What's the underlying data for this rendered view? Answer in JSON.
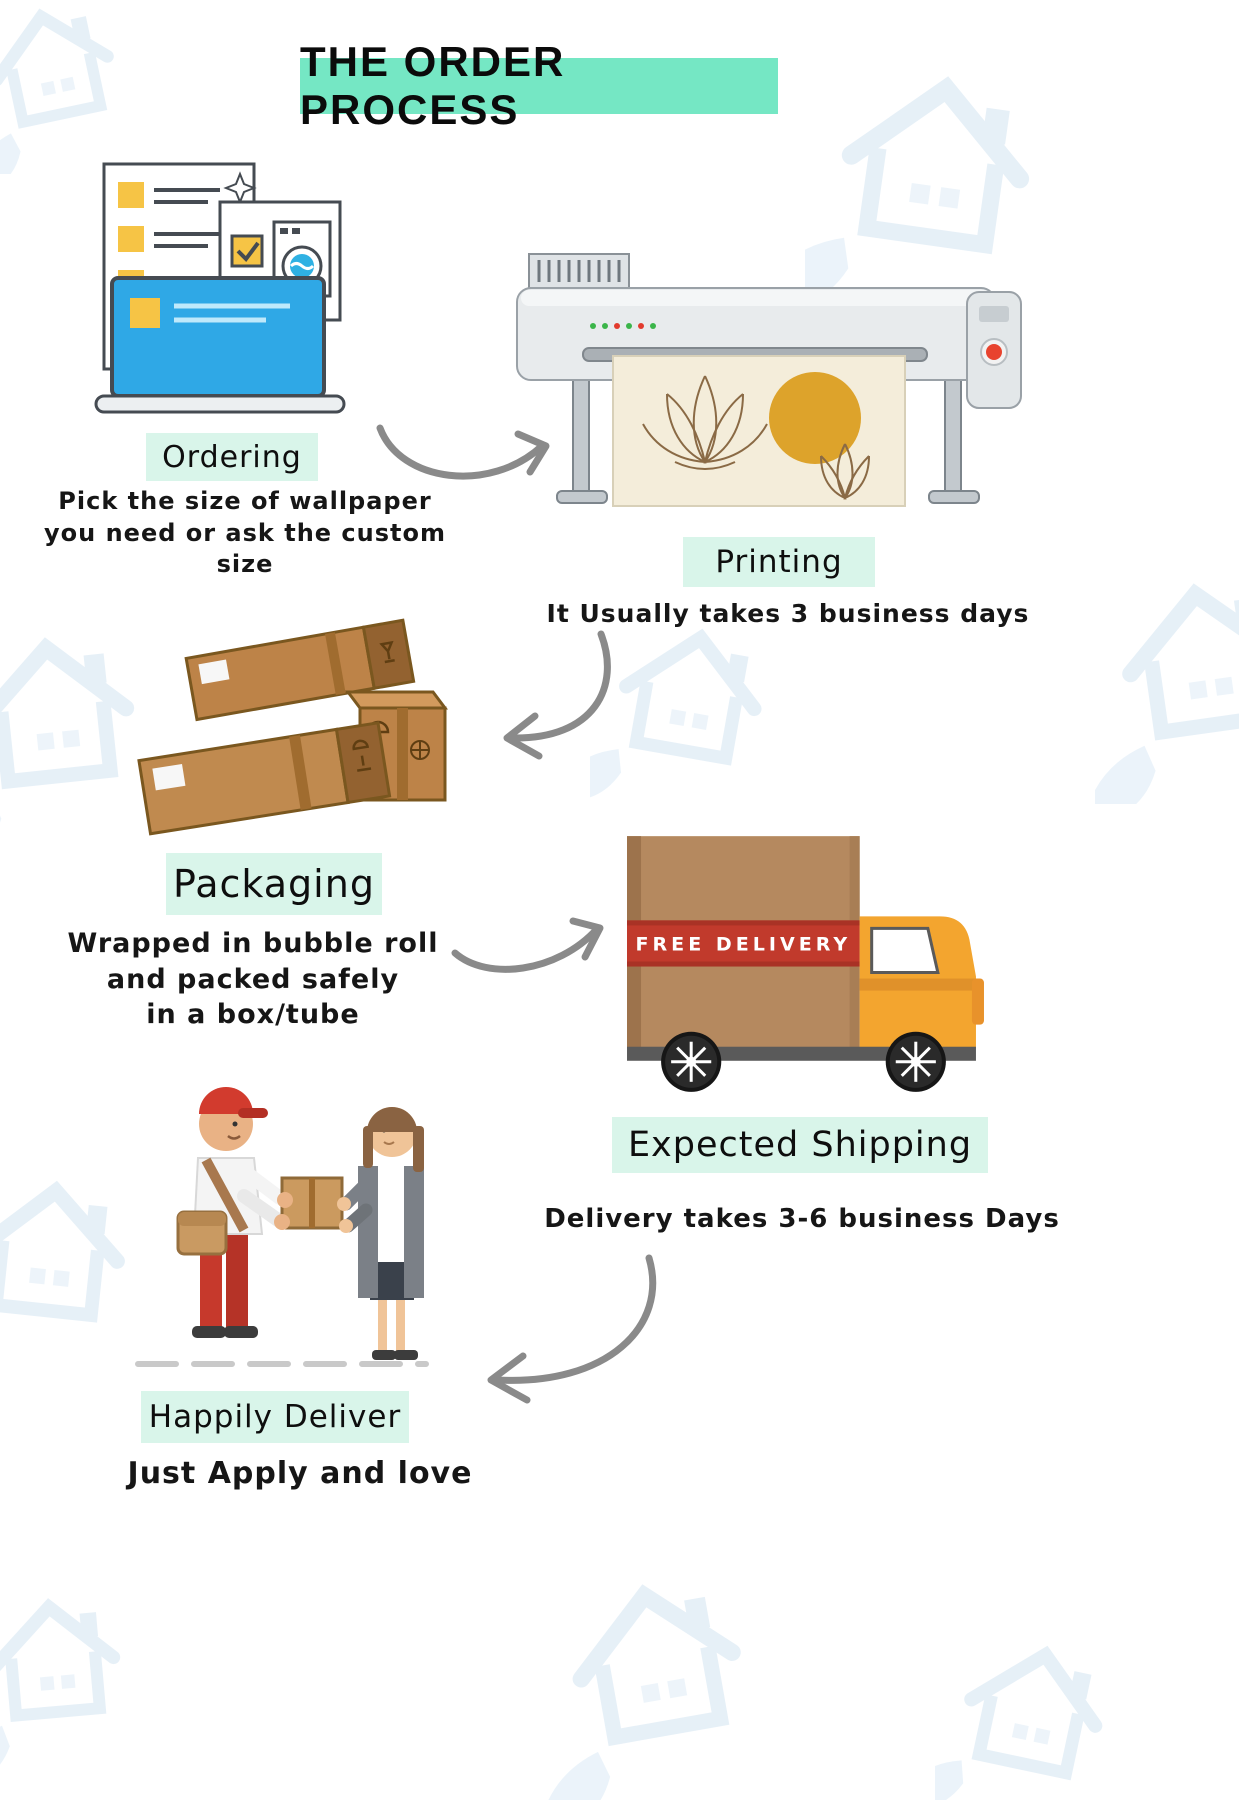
{
  "page": {
    "title": "THE ORDER PROCESS"
  },
  "steps": [
    {
      "id": "ordering",
      "label": "Ordering",
      "description": "Pick the size of wallpaper\nyou need or ask the custom size"
    },
    {
      "id": "printing",
      "label": "Printing",
      "description": "It Usually takes 3 business days"
    },
    {
      "id": "packaging",
      "label": "Packaging",
      "description": "Wrapped in bubble roll\nand packed safely\nin a box/tube"
    },
    {
      "id": "shipping",
      "label": "Expected Shipping",
      "description": "Delivery takes 3-6 business Days"
    },
    {
      "id": "deliver",
      "label": "Happily Deliver",
      "description": "Just Apply and love"
    }
  ],
  "truck": {
    "banner": "FREE DELIVERY"
  },
  "icons": [
    "ordering-documents-laptop-icon",
    "wide-format-printer-icon",
    "cardboard-boxes-icon",
    "delivery-truck-icon",
    "handover-people-icon",
    "curved-arrow-icon",
    "watermark-house-leaf-logo"
  ],
  "colors": {
    "title_bg": "#75e7c4",
    "label_bg": "#d9f5ea",
    "arrow": "#8a8a8a",
    "banner_red": "#c13a2c",
    "truck_yellow": "#f3a52f",
    "box_brown": "#bd8348",
    "text": "#111111"
  }
}
